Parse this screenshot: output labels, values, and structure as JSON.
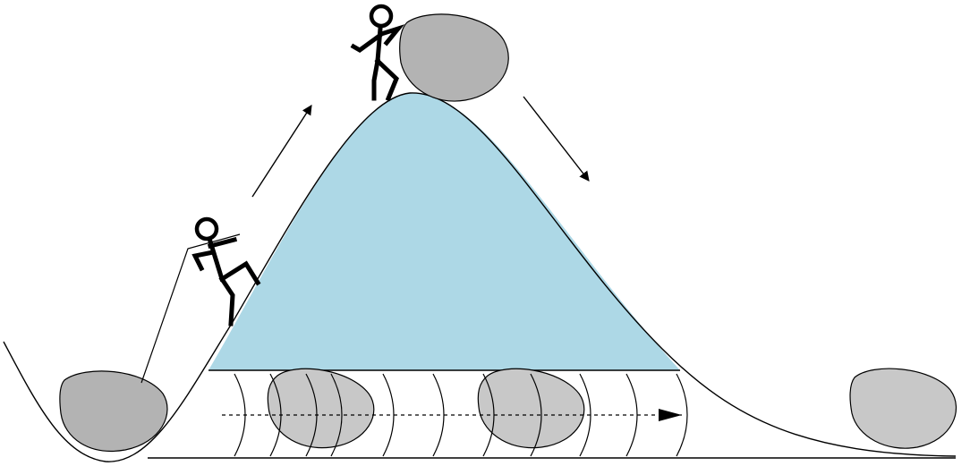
{
  "diagram": {
    "figures": [
      {
        "id": "climber",
        "action": "pushing-uphill"
      },
      {
        "id": "summit",
        "action": "standing-on-top"
      }
    ],
    "boulders": [
      "start-boulder",
      "summit-boulder",
      "tunnel-boulder-1",
      "tunnel-boulder-2",
      "end-boulder"
    ],
    "arrows": [
      "uphill-arrow",
      "downhill-arrow",
      "tunnel-arrow"
    ],
    "colors": {
      "hill_fill": "#add8e6",
      "boulder_dark": "#b3b3b3",
      "boulder_light": "#c8c8c8",
      "line": "#000000"
    }
  }
}
